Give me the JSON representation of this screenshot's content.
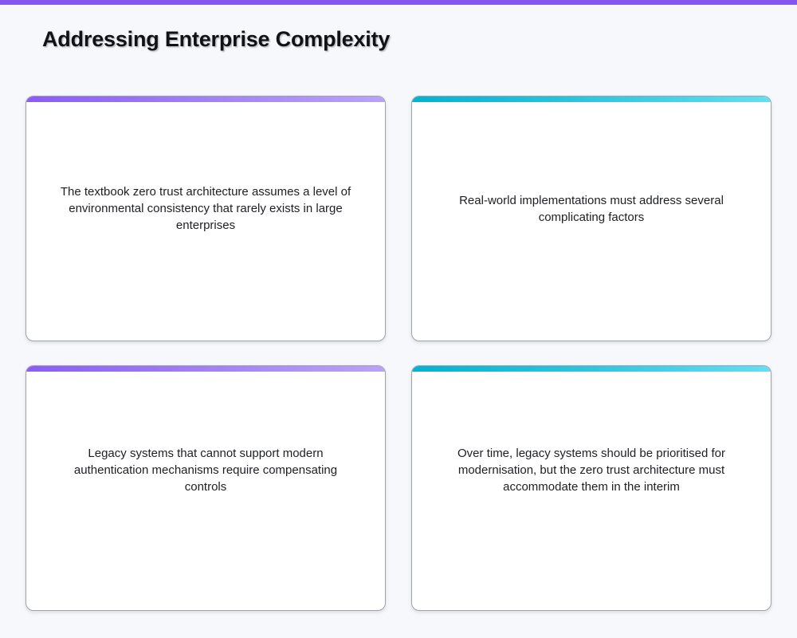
{
  "theme": {
    "page_background": "#f7f8fb",
    "top_accent_color": "#8458ef",
    "purple_accent_start": "#8b5cf6",
    "purple_accent_end": "#b9a3f7",
    "teal_accent_start": "#04b2cf",
    "teal_accent_end": "#63dff1",
    "title_color": "#111215",
    "card_text_color": "#1d1f23",
    "card_border_color": "#a0a3ab"
  },
  "header": {
    "title": "Addressing Enterprise Complexity"
  },
  "cards": [
    {
      "id": "card-textbook-assumptions",
      "accent": "purple",
      "row": 1,
      "column": 1,
      "text": "The textbook zero trust architecture assumes a level of environmental consistency that rarely exists in large enterprises"
    },
    {
      "id": "card-complicating-factors",
      "accent": "teal",
      "row": 1,
      "column": 2,
      "text": "Real-world implementations must address several complicating factors"
    },
    {
      "id": "card-legacy-compensating-controls",
      "accent": "purple",
      "row": 2,
      "column": 1,
      "text": "Legacy systems that cannot support modern authentication mechanisms require compensating controls"
    },
    {
      "id": "card-legacy-modernisation",
      "accent": "teal",
      "row": 2,
      "column": 2,
      "text": "Over time, legacy systems should be prioritised for modernisation, but the zero trust architecture must accommodate them in the interim"
    }
  ]
}
